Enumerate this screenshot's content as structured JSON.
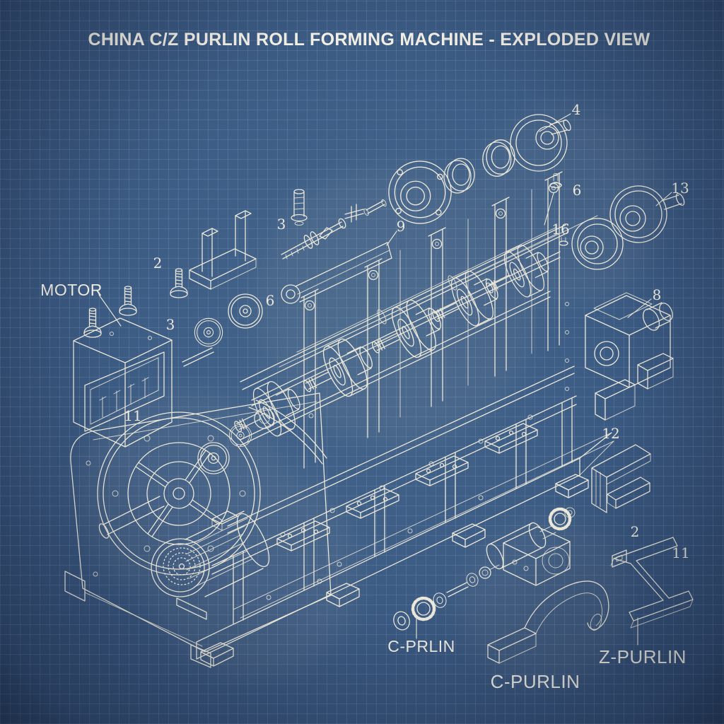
{
  "title": "CHINA C/Z PURLIN ROLL FORMING MACHINE - EXPLODED VIEW",
  "labels": {
    "motor": "MOTOR",
    "c_prlin": "C-PRLIN",
    "c_purlin": "C-PURLIN",
    "z_purlin": "Z-PURLIN"
  },
  "callouts": [
    {
      "text": "2"
    },
    {
      "text": "3"
    },
    {
      "text": "9"
    },
    {
      "text": "6"
    },
    {
      "text": "3"
    },
    {
      "text": "11"
    },
    {
      "text": "4"
    },
    {
      "text": "6"
    },
    {
      "text": "16"
    },
    {
      "text": "13"
    },
    {
      "text": "8"
    },
    {
      "text": "12"
    },
    {
      "text": "2"
    },
    {
      "text": "11"
    }
  ],
  "colors": {
    "background": "#2f4f7c",
    "grid_line": "#5d7eab",
    "line_art": "#eae6d8",
    "text": "#f1eee4"
  }
}
